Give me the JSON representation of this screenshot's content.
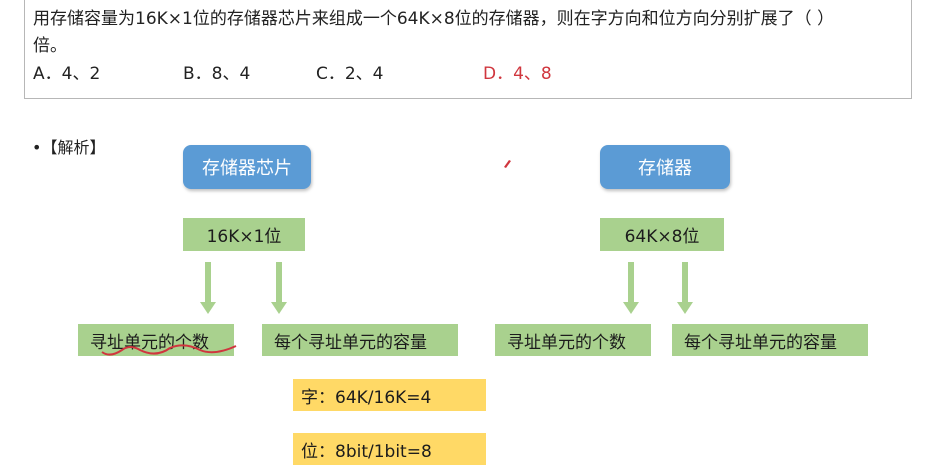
{
  "question": {
    "line1": "用存储容量为16K×1位的存储器芯片来组成一个64K×8位的存储器，则在字方向和位方向分别扩展了（    ）",
    "line2": "倍。",
    "options": [
      {
        "label": "A．4、2"
      },
      {
        "label": "B．8、4"
      },
      {
        "label": "C．2、4"
      },
      {
        "label": "D．4、8"
      }
    ]
  },
  "analysis": {
    "heading": "•【解析】",
    "chip": {
      "title": "存储器芯片",
      "spec": "16K×1位",
      "unit_count": "寻址单元的个数",
      "unit_capacity": "每个寻址单元的容量"
    },
    "memory": {
      "title": "存储器",
      "spec": "64K×8位",
      "unit_count": "寻址单元的个数",
      "unit_capacity": "每个寻址单元的容量"
    },
    "word_calc": "字：64K/16K=4",
    "bit_calc": "位：8bit/1bit=8"
  },
  "colors": {
    "answer": "#d0363e",
    "blue_box": "#5b9bd5",
    "green_box": "#a9d18e",
    "yellow_box": "#ffd966",
    "annotation": "#d0363e"
  }
}
